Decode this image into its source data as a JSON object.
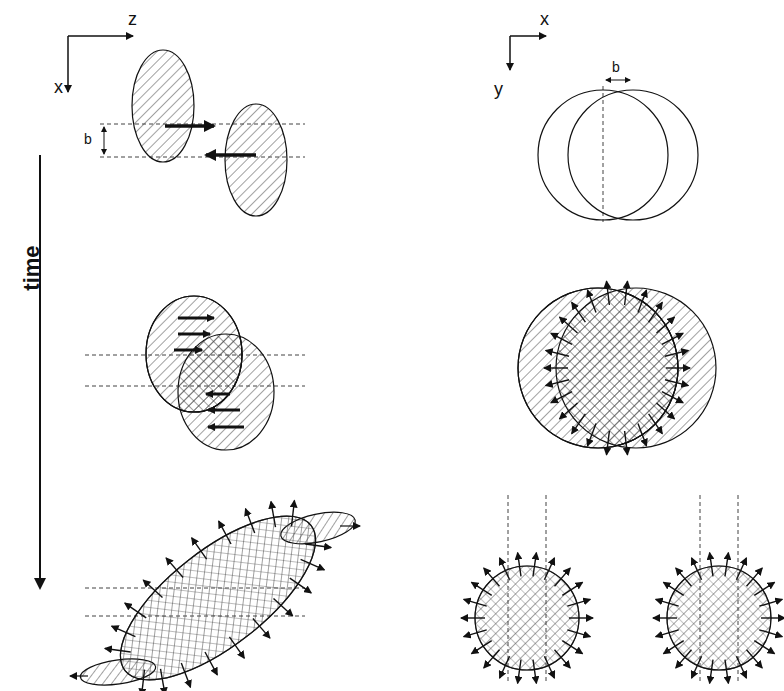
{
  "diagram": {
    "labels": [
      "z",
      "x",
      "b",
      "time",
      "x",
      "y",
      "b"
    ]
  }
}
